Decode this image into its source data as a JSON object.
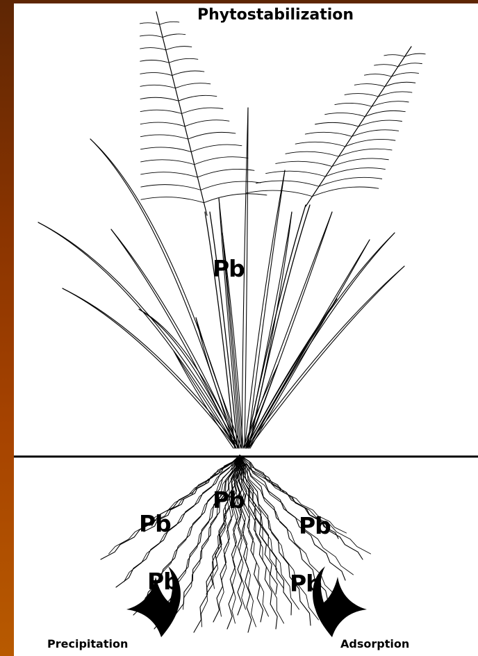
{
  "title": "Phytostabilization",
  "labels": {
    "stem_pb": "Pb",
    "root_center_pb": "Pb",
    "root_left_pb": "Pb",
    "root_right_pb": "Pb",
    "root_left_lower_pb": "Pb",
    "root_right_lower_pb": "Pb"
  },
  "processes": {
    "left": "Precipitation",
    "right": "Adsorption"
  },
  "colors": {
    "background_top": "#5e2604",
    "background_bottom": "#b85a00",
    "panel": "#ffffff",
    "ink": "#000000"
  },
  "icons": {
    "plant": "grass-plant-icon",
    "roots": "root-system-icon",
    "left_arrow": "curved-arrow-up-icon",
    "right_arrow": "curved-arrow-up-icon"
  }
}
